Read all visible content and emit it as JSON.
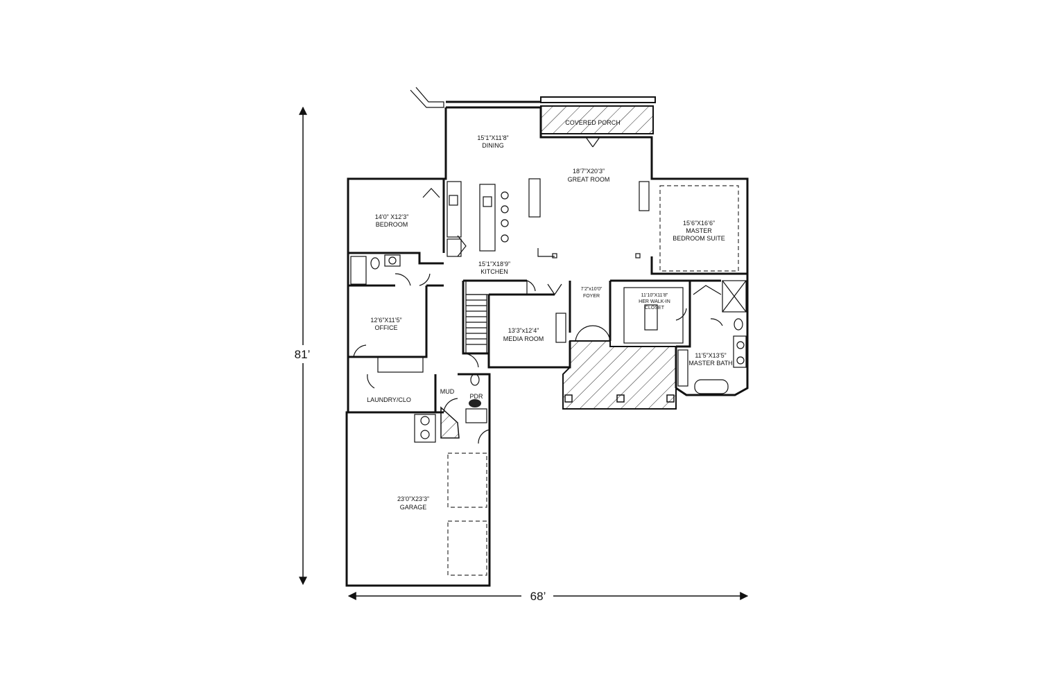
{
  "dimensions": {
    "height": "81’",
    "width": "68’"
  },
  "rooms": {
    "dining": {
      "size": "15’1”X11’8”",
      "name": "DINING"
    },
    "covered_porch": {
      "name": "COVERED PORCH"
    },
    "great_room": {
      "size": "18’7”X20’3”",
      "name": "GREAT ROOM"
    },
    "bedroom": {
      "size": "14’0” X12’3”",
      "name": "BEDROOM"
    },
    "master": {
      "size": "15’6”X16’6”",
      "line1": "MASTER",
      "line2": "BEDROOM SUITE"
    },
    "kitchen": {
      "size": "15’1”X18’9”",
      "name": "KITCHEN"
    },
    "foyer": {
      "size": "7’2”x10’0”",
      "name": "FOYER"
    },
    "walkin": {
      "size": "11’10”X11’8”",
      "line1": "HER WALK-IN",
      "line2": "CLOSET"
    },
    "office": {
      "size": "12’6”X11’5”",
      "name": "OFFICE"
    },
    "media": {
      "size": "13’3”x12’4”",
      "name": "MEDIA ROOM"
    },
    "master_bath": {
      "size": "11’5”X13’5”",
      "name": "MASTER BATH"
    },
    "mud": {
      "name": "MUD"
    },
    "pdr": {
      "name": "PDR"
    },
    "laundry": {
      "name": "LAUNDRY/CLO"
    },
    "garage": {
      "size": "23’0”X23’3”",
      "name": "GARAGE"
    }
  }
}
